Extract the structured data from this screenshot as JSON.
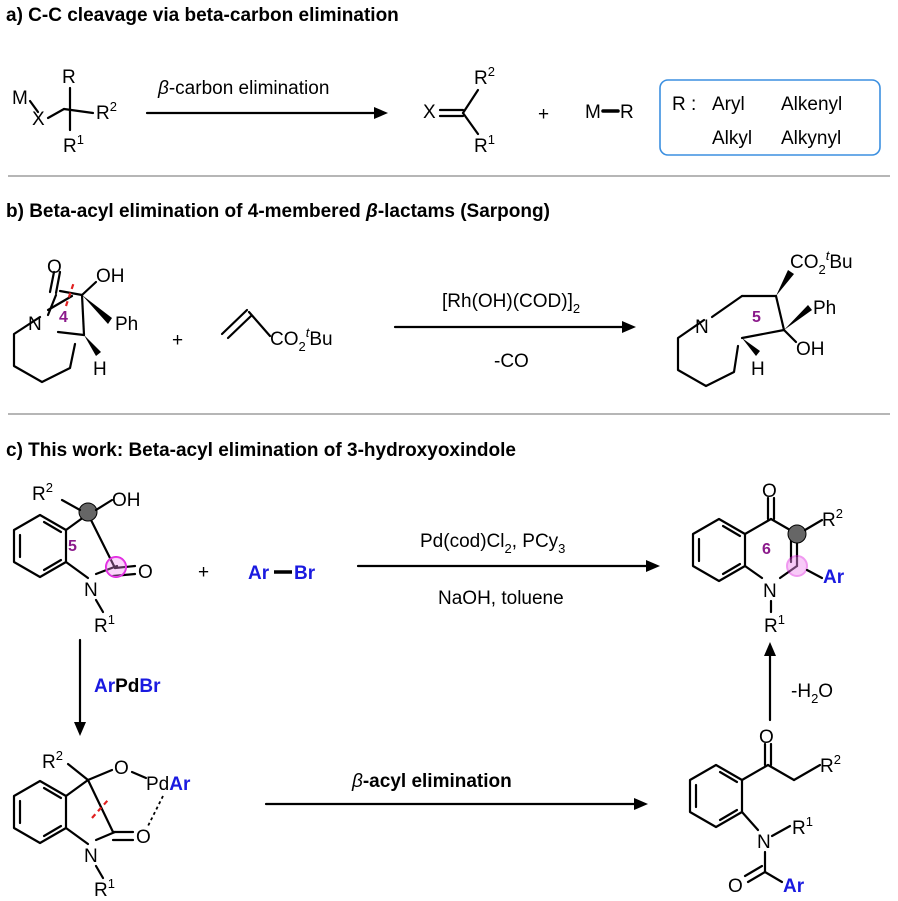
{
  "sections": {
    "a": {
      "title": "a) C-C cleavage via beta-carbon elimination",
      "arrow_label": "-carbon elimination",
      "beta": "β",
      "plus": "+",
      "mr": "M",
      "mr2": "R",
      "box_r": "R :",
      "box_items": [
        "Aryl",
        "Alkenyl",
        "Alkyl",
        "Alkynyl"
      ]
    },
    "b": {
      "title_pre": "b) Beta-acyl elimination of 4-membered ",
      "title_beta": "β",
      "title_post": "-lactams (Sarpong)",
      "reagent": "[Rh(OH)(COD)]",
      "reagent_sub": "2",
      "below": "-CO",
      "plus": "+",
      "ring_reactant": "4",
      "ring_product": "5"
    },
    "c": {
      "title": "c) This work: Beta-acyl elimination of 3-hydroxyoxindole",
      "cond1": "Pd(cod)Cl",
      "cond1_sub": "2",
      "cond1_b": ", PCy",
      "cond1_sub2": "3",
      "cond2": "NaOH, toluene",
      "plus": "+",
      "arbr_ar": "Ar",
      "arbr_br": "Br",
      "down_ar": "Ar",
      "down_pd": "Pd",
      "down_br": "Br",
      "bottom_label": "-acyl elimination",
      "beta": "β",
      "up_label": "-H",
      "up_sub": "2",
      "up_o": "O",
      "ring_sm": "5",
      "ring_prod": "6"
    }
  },
  "atoms": {
    "M": "M",
    "X": "X",
    "R": "R",
    "R1": "R",
    "R2": "R",
    "sup1": "1",
    "sup2": "2",
    "O": "O",
    "OH": "OH",
    "Ph": "Ph",
    "N": "N",
    "H": "H",
    "CO2": "CO",
    "sub2": "2",
    "tBu": "Bu",
    "t": "t",
    "Ar": "Ar",
    "PdAr_pd": "Pd",
    "PdAr_ar": "Ar"
  }
}
